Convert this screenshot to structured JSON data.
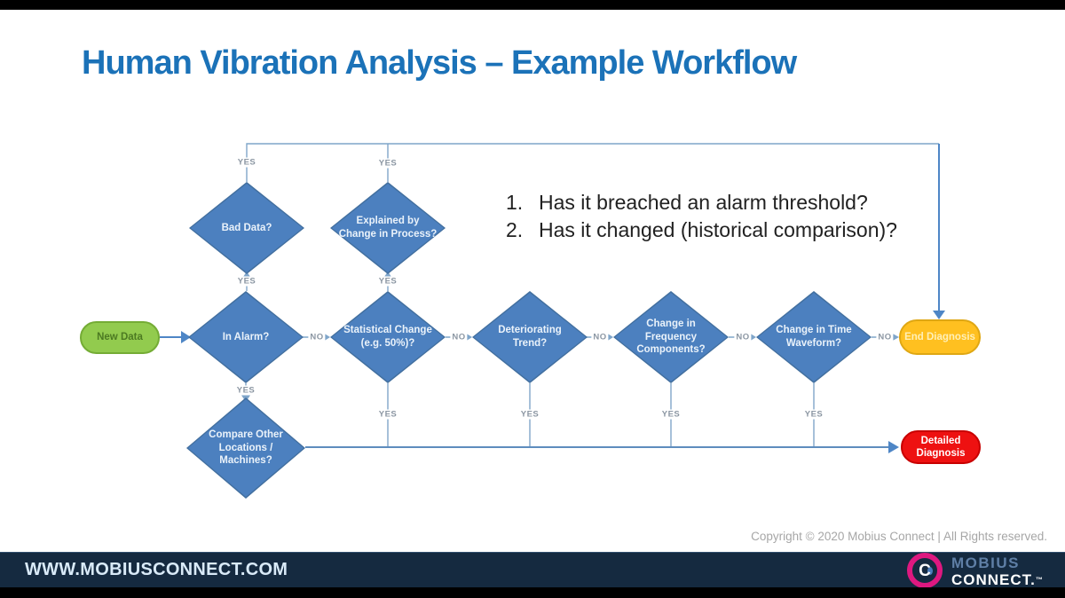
{
  "slide": {
    "title": "Human Vibration Analysis – Example Workflow"
  },
  "annotations": {
    "items": [
      {
        "num": "1.",
        "text": "Has it breached an alarm threshold?"
      },
      {
        "num": "2.",
        "text": "Has it changed (historical comparison)?"
      }
    ]
  },
  "labels": {
    "yes": "YES",
    "no": "NO"
  },
  "flowchart": {
    "start": "New Data",
    "decisions": {
      "bad_data": "Bad Data?",
      "explained_process": "Explained by\nChange in Process?",
      "in_alarm": "In Alarm?",
      "statistical_change": "Statistical Change\n(e.g. 50%)?",
      "deteriorating_trend": "Deteriorating\nTrend?",
      "change_frequency": "Change in\nFrequency\nComponents?",
      "change_time_waveform": "Change in Time\nWaveform?",
      "compare_other": "Compare Other\nLocations /\nMachines?"
    },
    "terminals": {
      "end_diagnosis": "End Diagnosis",
      "detailed_diagnosis": "Detailed\nDiagnosis"
    }
  },
  "footer": {
    "copyright": "Copyright © 2020 Mobius Connect | All Rights reserved.",
    "website": "WWW.MOBIUSCONNECT.COM",
    "logo": {
      "letter": "C",
      "line1": "MOBIUS",
      "line2": "CONNECT.",
      "tm": "™"
    }
  },
  "colors": {
    "title_blue": "#1B72B8",
    "diamond_blue": "#4C80BF",
    "connector_blue": "#7FA5C9",
    "arrow_blue": "#4E86C6",
    "start_green": "#92CB4E",
    "end_amber": "#FFC020",
    "alert_red": "#EE1111",
    "footer_navy": "#152A40",
    "logo_magenta": "#DE1880"
  }
}
